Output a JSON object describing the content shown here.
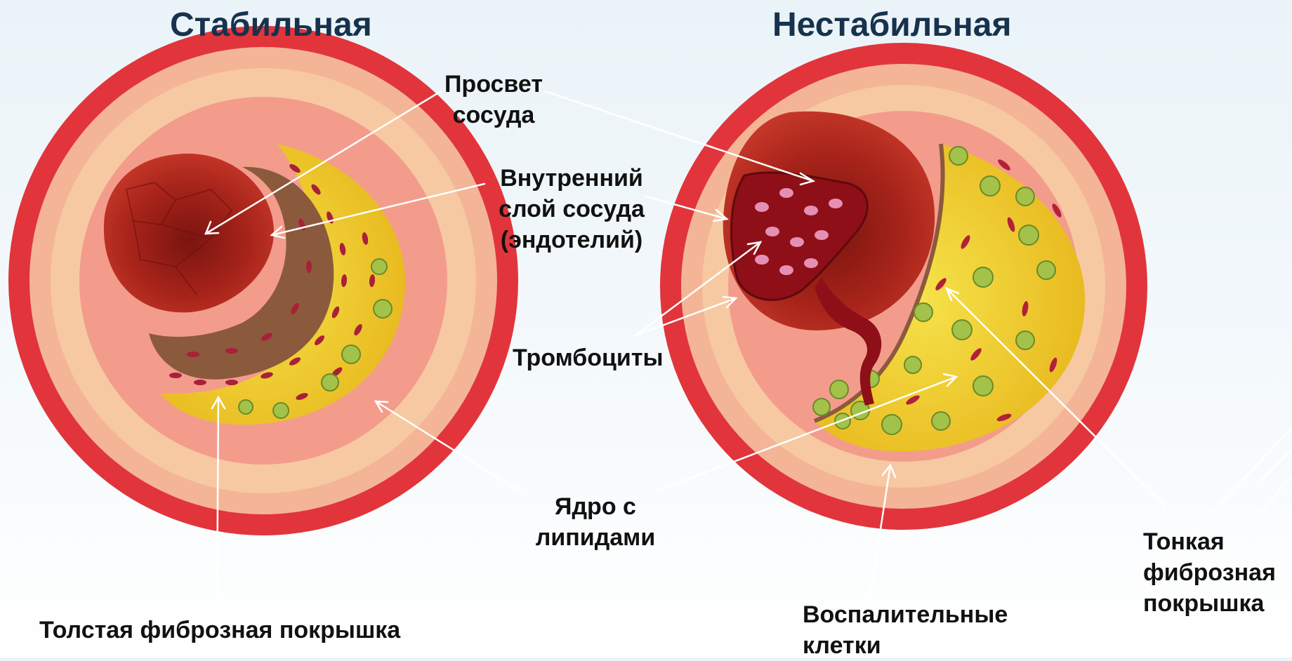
{
  "titles": {
    "stable": "Стабильная",
    "unstable": "Нестабильная"
  },
  "labels": {
    "lumen": [
      "Просвет",
      "сосуда"
    ],
    "intima": [
      "Внутренний",
      "слой сосуда",
      "(эндотелий)"
    ],
    "platelets": "Тромбоциты",
    "lipid_core": [
      "Ядро с",
      "липидами"
    ],
    "thick_cap": "Толстая фиброзная покрышка",
    "inflammatory": [
      "Воспалительные",
      "клетки"
    ],
    "thin_cap": [
      "Тонкая",
      "фиброзная",
      "покрышка"
    ]
  },
  "colors": {
    "adventitia": "#e1353b",
    "media": "#f7c9a3",
    "intima": "#f39c8c",
    "lumen": "#b0241b",
    "lipid": "#f1d51a",
    "cap": "#8b5a3c",
    "title": "#17324d"
  }
}
